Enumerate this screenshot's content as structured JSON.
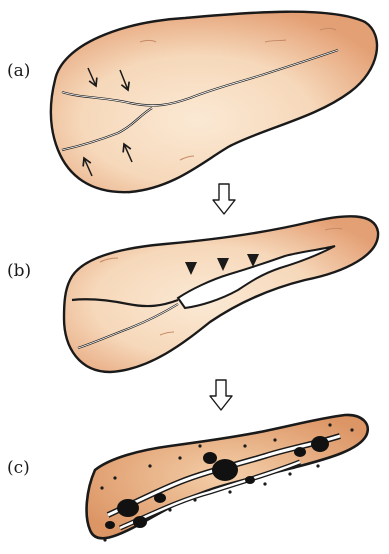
{
  "panels": [
    {
      "label": "(a)"
    },
    {
      "label": "(b)"
    },
    {
      "label": "(c)"
    }
  ],
  "colors": {
    "tissue_light": "#f8e0c6",
    "tissue_dark": "#e6a57c",
    "outline": "#1a1a1a",
    "crack_fill": "#ffffff"
  }
}
